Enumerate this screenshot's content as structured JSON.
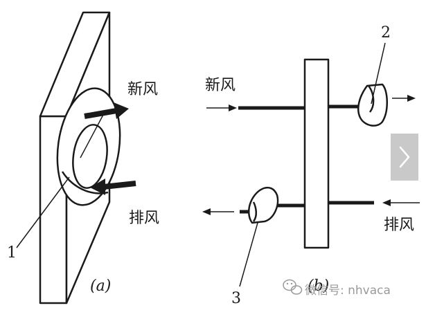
{
  "diagram_a": {
    "label_fresh_air": "新风",
    "label_exhaust": "排风",
    "part_label": "1",
    "caption": "(a)"
  },
  "diagram_b": {
    "label_fresh_air": "新风",
    "label_exhaust": "排风",
    "fan_top_label": "2",
    "fan_bottom_label": "3",
    "caption": "(b)"
  },
  "watermark": {
    "icon": "wechat-icon",
    "text": "微信号: nhvaca"
  },
  "nav": {
    "next_icon": "chevron-right-icon"
  },
  "colors": {
    "line": "#1a1a1a",
    "nav_bg": "#c9c9c9",
    "watermark": "#9a9a9a"
  }
}
